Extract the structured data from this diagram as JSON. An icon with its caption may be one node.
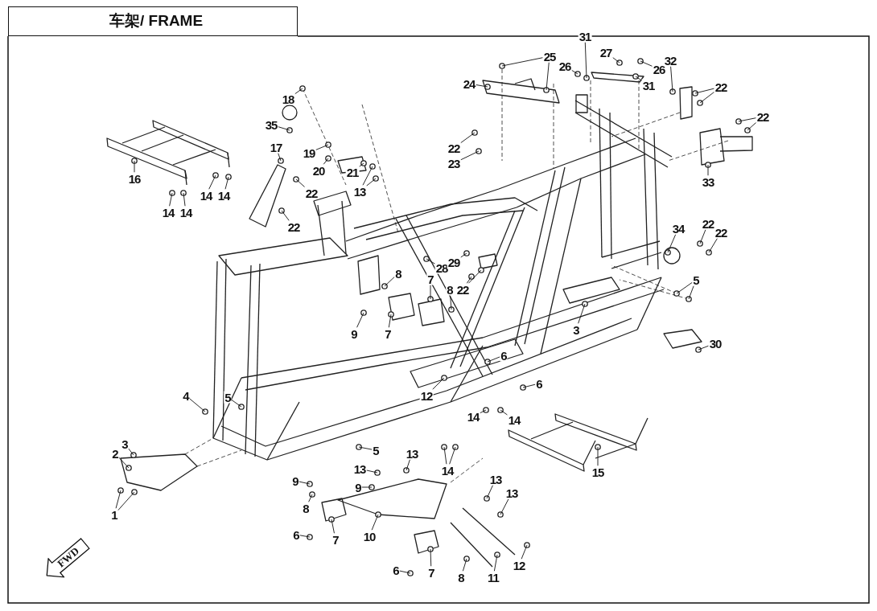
{
  "diagram": {
    "title": "车架/ FRAME",
    "nodes": [
      {
        "text": [
          "31"
        ]
      },
      {
        "text": [
          "25"
        ]
      },
      {
        "text": [
          "24"
        ]
      },
      {
        "text": [
          "26"
        ]
      },
      {
        "text": [
          "27"
        ]
      },
      {
        "text": [
          "26"
        ]
      },
      {
        "text": [
          "32"
        ]
      },
      {
        "text": [
          "31"
        ]
      },
      {
        "text": [
          "22"
        ]
      },
      {
        "text": [
          "22"
        ]
      },
      {
        "text": [
          "33"
        ]
      },
      {
        "text": [
          "18"
        ]
      },
      {
        "text": [
          "35"
        ]
      },
      {
        "text": [
          "19"
        ]
      },
      {
        "text": [
          "20"
        ]
      },
      {
        "text": [
          "21"
        ]
      },
      {
        "text": [
          "13"
        ]
      },
      {
        "text": [
          "17"
        ]
      },
      {
        "text": [
          "22"
        ]
      },
      {
        "text": [
          "22"
        ]
      },
      {
        "text": [
          "22"
        ]
      },
      {
        "text": [
          "23"
        ]
      },
      {
        "text": [
          "16"
        ]
      },
      {
        "text": [
          "14"
        ]
      },
      {
        "text": [
          "14"
        ]
      },
      {
        "text": [
          "14"
        ]
      },
      {
        "text": [
          "14"
        ]
      },
      {
        "text": [
          "34"
        ]
      },
      {
        "text": [
          "22"
        ]
      },
      {
        "text": [
          "22"
        ]
      },
      {
        "text": [
          "5"
        ]
      },
      {
        "text": [
          "28"
        ]
      },
      {
        "text": [
          "29"
        ]
      },
      {
        "text": [
          "8"
        ]
      },
      {
        "text": [
          "7"
        ]
      },
      {
        "text": [
          "8"
        ]
      },
      {
        "text": [
          "22"
        ]
      },
      {
        "text": [
          "9"
        ]
      },
      {
        "text": [
          "7"
        ]
      },
      {
        "text": [
          "3"
        ]
      },
      {
        "text": [
          "30"
        ]
      },
      {
        "text": [
          "6"
        ]
      },
      {
        "text": [
          "6"
        ]
      },
      {
        "text": [
          "4"
        ]
      },
      {
        "text": [
          "5"
        ]
      },
      {
        "text": [
          "12"
        ]
      },
      {
        "text": [
          "14"
        ]
      },
      {
        "text": [
          "14"
        ]
      },
      {
        "text": [
          "14"
        ]
      },
      {
        "text": [
          "5"
        ]
      },
      {
        "text": [
          "13"
        ]
      },
      {
        "text": [
          "13"
        ]
      },
      {
        "text": [
          "3"
        ]
      },
      {
        "text": [
          "2"
        ]
      },
      {
        "text": [
          "1"
        ]
      },
      {
        "text": [
          "15"
        ]
      },
      {
        "text": [
          "9"
        ]
      },
      {
        "text": [
          "9"
        ]
      },
      {
        "text": [
          "8"
        ]
      },
      {
        "text": [
          "10"
        ]
      },
      {
        "text": [
          "13"
        ]
      },
      {
        "text": [
          "13"
        ]
      },
      {
        "text": [
          "7"
        ]
      },
      {
        "text": [
          "6"
        ]
      },
      {
        "text": [
          "12"
        ]
      },
      {
        "text": [
          "6"
        ]
      },
      {
        "text": [
          "7"
        ]
      },
      {
        "text": [
          "8"
        ]
      },
      {
        "text": [
          "11"
        ]
      },
      {
        "text": [
          "FWD"
        ]
      }
    ],
    "edges": [
      {
        "from": 0,
        "to": null,
        "arrow": "none"
      },
      {
        "from": 1,
        "to": null,
        "arrow": "none"
      },
      {
        "from": 1,
        "to": null,
        "arrow": "none"
      },
      {
        "from": 2,
        "to": null,
        "arrow": "none"
      },
      {
        "from": 3,
        "to": null,
        "arrow": "none"
      },
      {
        "from": 4,
        "to": null,
        "arrow": "none"
      },
      {
        "from": 5,
        "to": null,
        "arrow": "none"
      },
      {
        "from": 6,
        "to": null,
        "arrow": "none"
      },
      {
        "from": 7,
        "to": null,
        "arrow": "none"
      },
      {
        "from": 8,
        "to": null,
        "arrow": "none"
      },
      {
        "from": 8,
        "to": null,
        "arrow": "none"
      },
      {
        "from": 9,
        "to": null,
        "arrow": "none"
      },
      {
        "from": 9,
        "to": null,
        "arrow": "none"
      },
      {
        "from": 10,
        "to": null,
        "arrow": "none"
      },
      {
        "from": 11,
        "to": null,
        "arrow": "none"
      },
      {
        "from": 12,
        "to": null,
        "arrow": "none"
      },
      {
        "from": 13,
        "to": null,
        "arrow": "none"
      },
      {
        "from": 14,
        "to": null,
        "arrow": "none"
      },
      {
        "from": 15,
        "to": null,
        "arrow": "none"
      },
      {
        "from": 16,
        "to": null,
        "arrow": "none"
      },
      {
        "from": 16,
        "to": null,
        "arrow": "none"
      },
      {
        "from": 17,
        "to": null,
        "arrow": "none"
      },
      {
        "from": 18,
        "to": null,
        "arrow": "none"
      },
      {
        "from": 19,
        "to": null,
        "arrow": "none"
      },
      {
        "from": 20,
        "to": null,
        "arrow": "none"
      },
      {
        "from": 21,
        "to": null,
        "arrow": "none"
      },
      {
        "from": 22,
        "to": null,
        "arrow": "none"
      },
      {
        "from": 23,
        "to": null,
        "arrow": "none"
      },
      {
        "from": 24,
        "to": null,
        "arrow": "none"
      },
      {
        "from": 25,
        "to": null,
        "arrow": "none"
      },
      {
        "from": 26,
        "to": null,
        "arrow": "none"
      },
      {
        "from": 27,
        "to": null,
        "arrow": "none"
      },
      {
        "from": 28,
        "to": null,
        "arrow": "none"
      },
      {
        "from": 29,
        "to": null,
        "arrow": "none"
      },
      {
        "from": 30,
        "to": null,
        "arrow": "none"
      },
      {
        "from": 30,
        "to": null,
        "arrow": "none"
      },
      {
        "from": 31,
        "to": null,
        "arrow": "none"
      },
      {
        "from": 32,
        "to": null,
        "arrow": "none"
      },
      {
        "from": 33,
        "to": null,
        "arrow": "none"
      },
      {
        "from": 34,
        "to": null,
        "arrow": "none"
      },
      {
        "from": 35,
        "to": null,
        "arrow": "none"
      },
      {
        "from": 36,
        "to": null,
        "arrow": "none"
      },
      {
        "from": 36,
        "to": null,
        "arrow": "none"
      },
      {
        "from": 37,
        "to": null,
        "arrow": "none"
      },
      {
        "from": 38,
        "to": null,
        "arrow": "none"
      },
      {
        "from": 39,
        "to": null,
        "arrow": "none"
      },
      {
        "from": 40,
        "to": null,
        "arrow": "none"
      },
      {
        "from": 41,
        "to": null,
        "arrow": "none"
      },
      {
        "from": 42,
        "to": null,
        "arrow": "none"
      },
      {
        "from": 43,
        "to": null,
        "arrow": "none"
      },
      {
        "from": 44,
        "to": null,
        "arrow": "none"
      },
      {
        "from": 45,
        "to": null,
        "arrow": "none"
      },
      {
        "from": 46,
        "to": null,
        "arrow": "none"
      },
      {
        "from": 47,
        "to": null,
        "arrow": "none"
      },
      {
        "from": 48,
        "to": null,
        "arrow": "none"
      },
      {
        "from": 48,
        "to": null,
        "arrow": "none"
      },
      {
        "from": 49,
        "to": null,
        "arrow": "none"
      },
      {
        "from": 50,
        "to": null,
        "arrow": "none"
      },
      {
        "from": 51,
        "to": null,
        "arrow": "none"
      },
      {
        "from": 52,
        "to": null,
        "arrow": "none"
      },
      {
        "from": 53,
        "to": null,
        "arrow": "none"
      },
      {
        "from": 54,
        "to": null,
        "arrow": "none"
      },
      {
        "from": 54,
        "to": null,
        "arrow": "none"
      },
      {
        "from": 55,
        "to": null,
        "arrow": "none"
      },
      {
        "from": 56,
        "to": null,
        "arrow": "none"
      },
      {
        "from": 57,
        "to": null,
        "arrow": "none"
      },
      {
        "from": 58,
        "to": null,
        "arrow": "none"
      },
      {
        "from": 59,
        "to": null,
        "arrow": "none"
      },
      {
        "from": 60,
        "to": null,
        "arrow": "none"
      },
      {
        "from": 61,
        "to": null,
        "arrow": "none"
      },
      {
        "from": 62,
        "to": null,
        "arrow": "none"
      },
      {
        "from": 63,
        "to": null,
        "arrow": "none"
      },
      {
        "from": 64,
        "to": null,
        "arrow": "none"
      },
      {
        "from": 65,
        "to": null,
        "arrow": "none"
      },
      {
        "from": 66,
        "to": null,
        "arrow": "none"
      },
      {
        "from": 67,
        "to": null,
        "arrow": "none"
      },
      {
        "from": 68,
        "to": null,
        "arrow": "none"
      }
    ]
  }
}
